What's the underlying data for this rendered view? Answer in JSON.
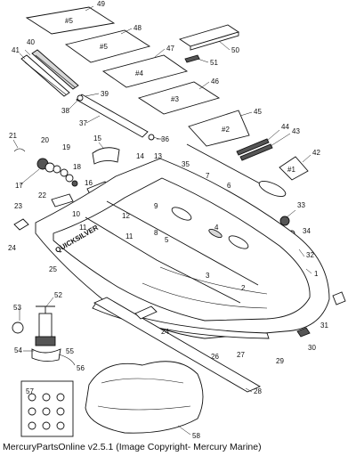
{
  "footer": "MercuryPartsOnline v2.5.1 (Image Copyright- Mercury Marine)",
  "brand": "QUICKSILVER",
  "floor_labels": [
    "#5",
    "#5",
    "#4",
    "#3",
    "#2",
    "#1"
  ],
  "callouts": [
    "1",
    "2",
    "3",
    "4",
    "5",
    "6",
    "7",
    "8",
    "9",
    "10",
    "11",
    "11",
    "12",
    "13",
    "14",
    "15",
    "16",
    "17",
    "18",
    "19",
    "20",
    "21",
    "22",
    "23",
    "24",
    "24",
    "25",
    "26",
    "27",
    "28",
    "29",
    "30",
    "31",
    "32",
    "33",
    "34",
    "35",
    "36",
    "37",
    "38",
    "39",
    "40",
    "41",
    "42",
    "43",
    "44",
    "45",
    "46",
    "47",
    "48",
    "49",
    "50",
    "51",
    "52",
    "53",
    "54",
    "55",
    "56",
    "57",
    "58"
  ]
}
